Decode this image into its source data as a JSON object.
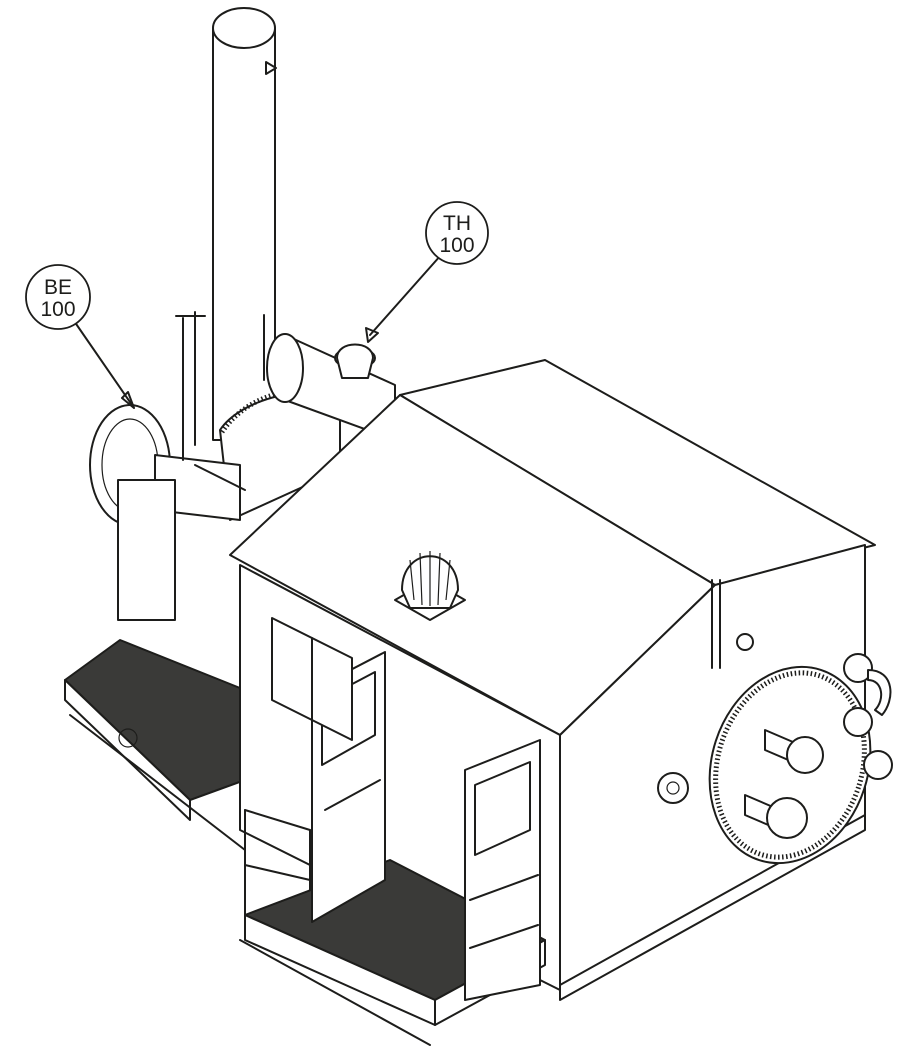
{
  "callouts": [
    {
      "id": "BE",
      "line1": "BE",
      "line2": "100"
    },
    {
      "id": "TH",
      "line1": "TH",
      "line2": "100"
    }
  ],
  "colors": {
    "line": "#1d1d1b",
    "floor": "#3a3a38",
    "background": "#ffffff"
  }
}
